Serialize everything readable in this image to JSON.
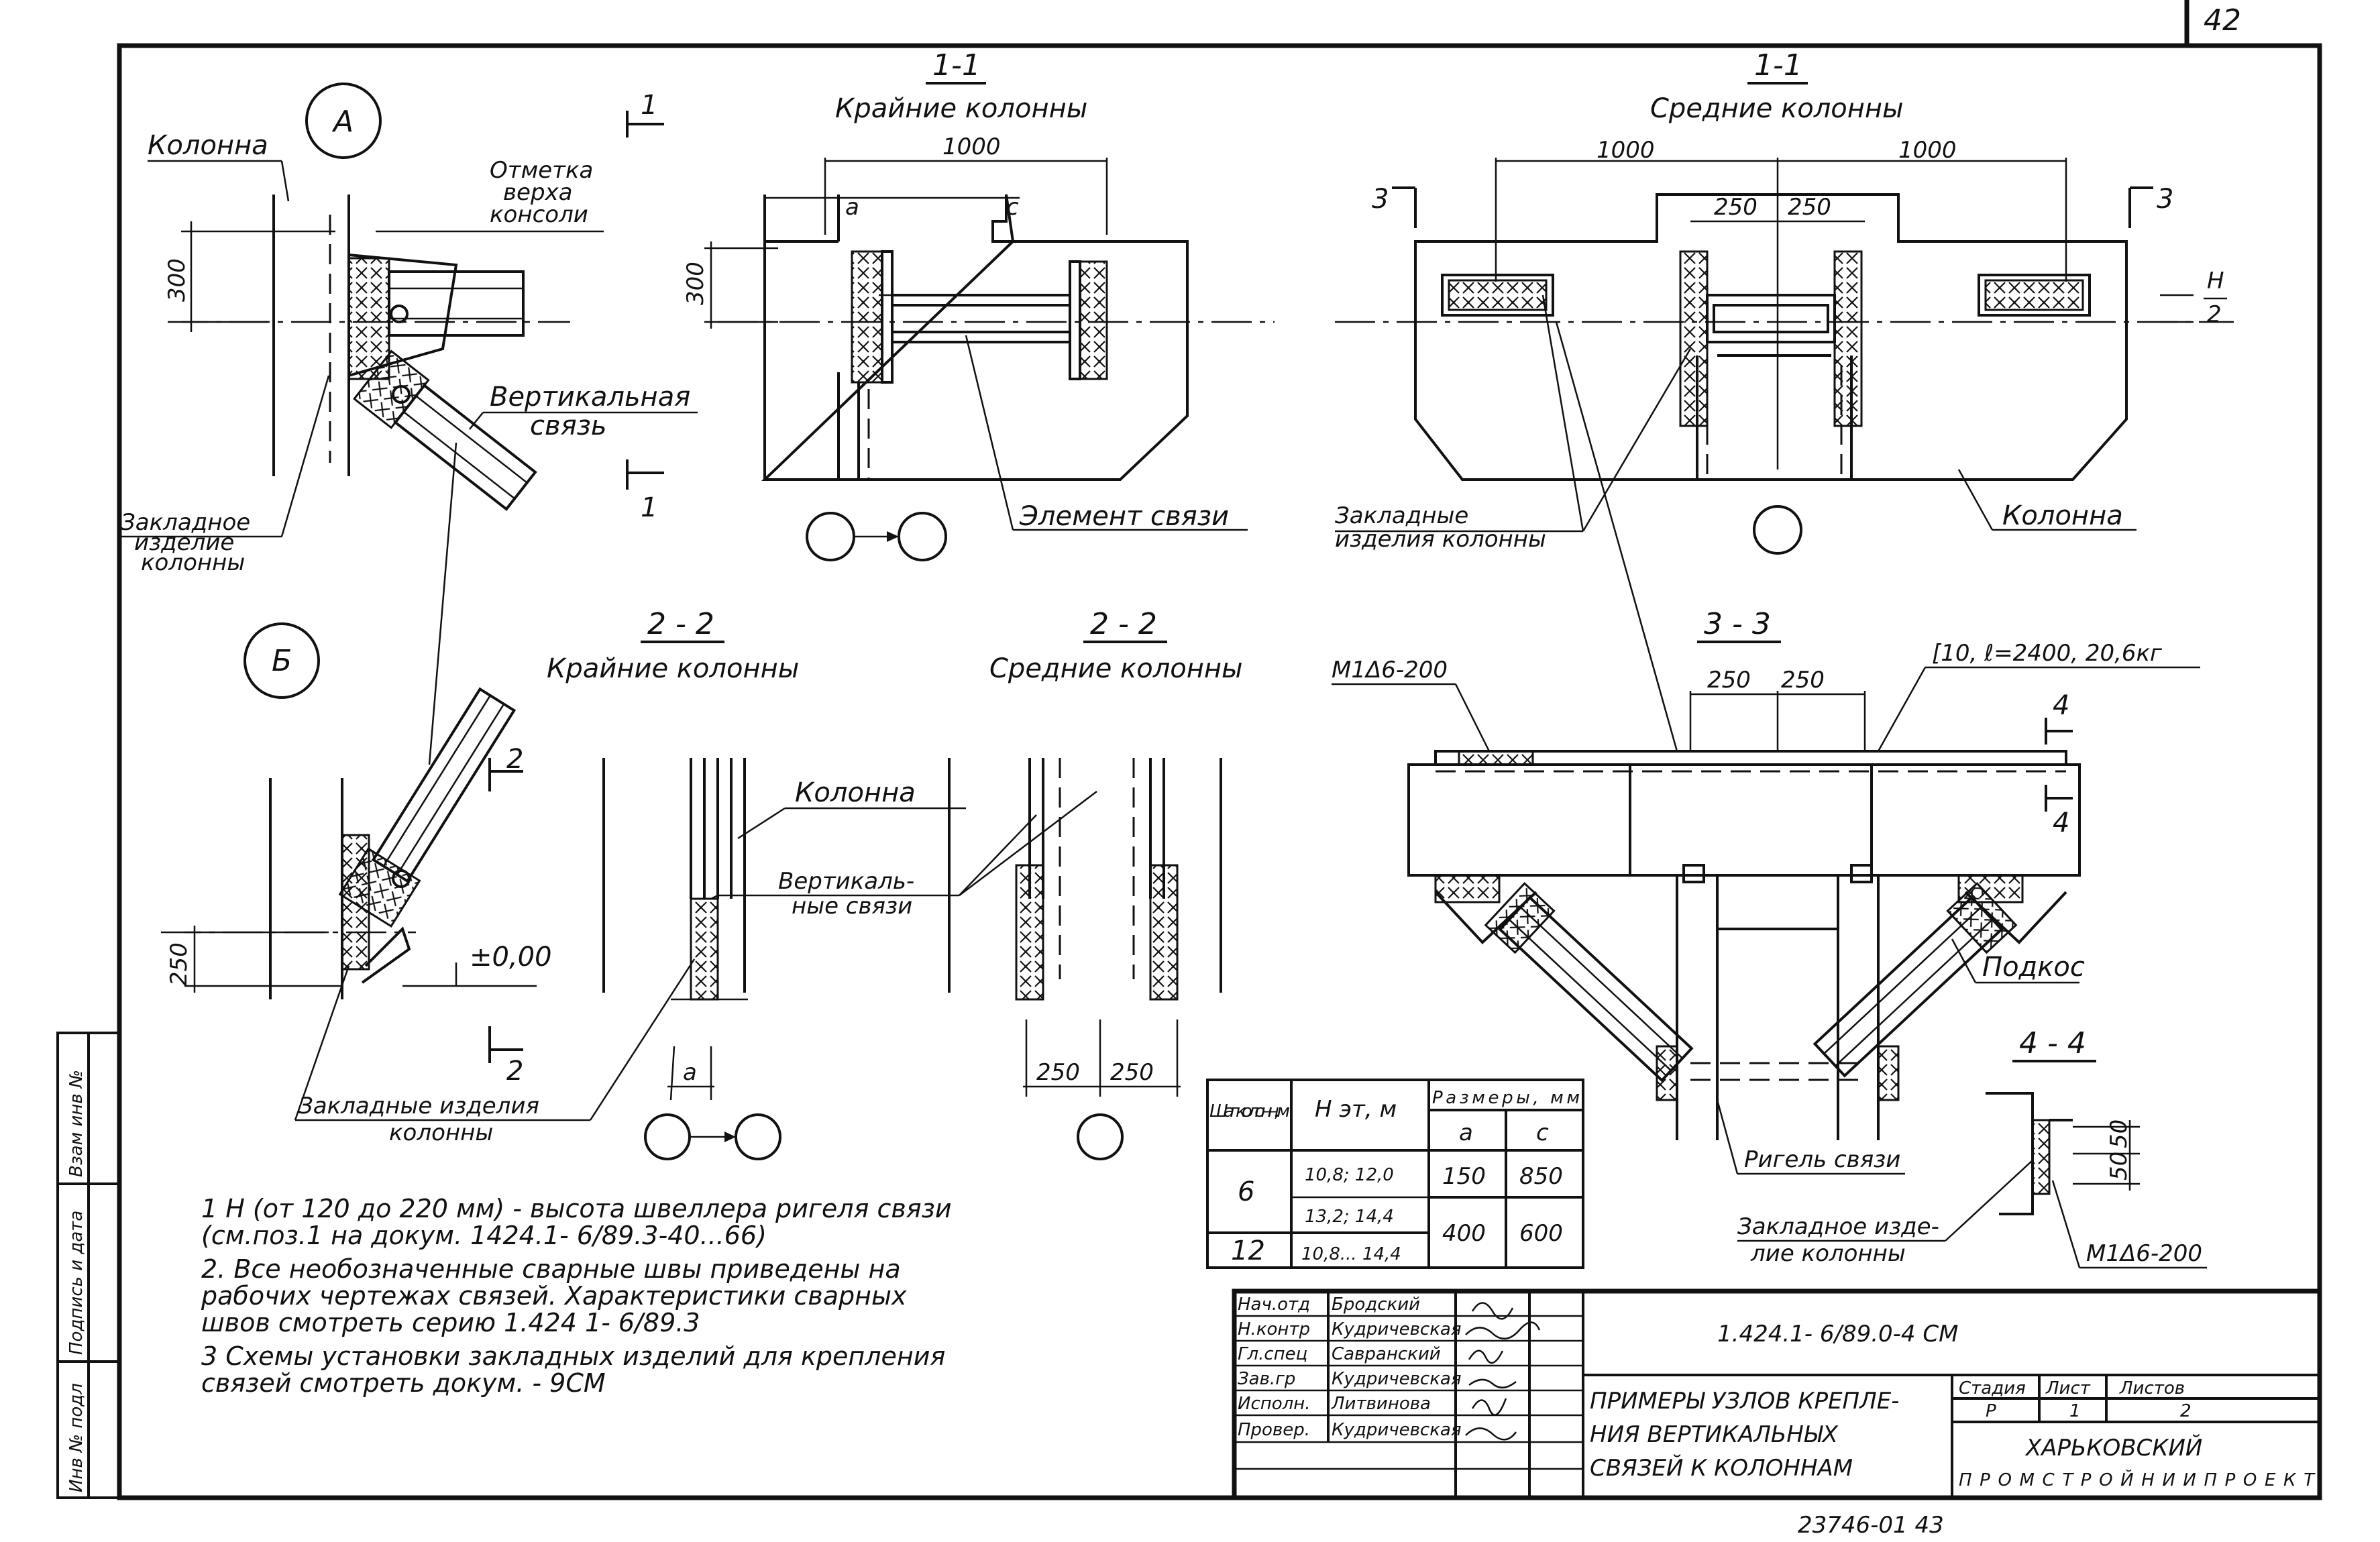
{
  "sheet": {
    "page_number": "42",
    "bottom_code": "23746-01  43",
    "design_code": "1.424.1- 6/89.0-4 СМ",
    "title_lines": [
      "ПРИМЕРЫ  УЗЛОВ КРЕПЛЕ-",
      "НИЯ  ВЕРТИКАЛЬНЫХ",
      "СВЯЗЕЙ К КОЛОННАМ"
    ],
    "organization_lines": [
      "ХАРЬКОВСКИЙ",
      "ПРОМСТРОЙНИИПРОЕКТ"
    ],
    "stage_header": "Стадия",
    "sheet_header": "Лист",
    "sheets_header": "Листов",
    "stage": "Р",
    "sheet_no": "1",
    "sheets_total": "2"
  },
  "signatures": [
    {
      "role": "Нач.отд",
      "name": "Бродский"
    },
    {
      "role": "Н.контр",
      "name": "Кудричевская"
    },
    {
      "role": "Гл.спец",
      "name": "Савранский"
    },
    {
      "role": "Зав.гр",
      "name": "Кудричевская"
    },
    {
      "role": "Исполн.",
      "name": "Литвинова"
    },
    {
      "role": "Провер.",
      "name": "Кудричевская"
    }
  ],
  "side_stamp": [
    "Инв № подл",
    "Подпись и дата",
    "Взам инв №"
  ],
  "markers": {
    "A": "А",
    "B": "Б"
  },
  "section_labels": {
    "s11_left": "1-1",
    "s11_left_sub": "Крайние колонны",
    "s11_right": "1-1",
    "s11_right_sub": "Средние колонны",
    "s22_left": "2 - 2",
    "s22_left_sub": "Крайние колонны",
    "s22_right": "2 - 2",
    "s22_right_sub": "Средние колонны",
    "s33": "3 - 3",
    "s44": "4 - 4"
  },
  "cut_marks": {
    "one": "1",
    "two": "2",
    "three": "3",
    "four": "4"
  },
  "labels": {
    "column": "Колонна",
    "top_mark": [
      "Отметка",
      "верха",
      "консоли"
    ],
    "vertical_brace": [
      "Вертикальная",
      "связь"
    ],
    "embedded_column": [
      "Закладное",
      "изделие",
      "колонны"
    ],
    "brace_element": "Элемент связи",
    "embedded_columns_pl": [
      "Закладные",
      "изделия колонны"
    ],
    "column_right": "Колонна",
    "column_22": "Колонна",
    "vertical_braces_22": [
      "Вертикаль-",
      "ные связи"
    ],
    "embedded_22": [
      "Закладные  изделия",
      "колонны"
    ],
    "anchor_m1": "М1Δ6-200",
    "channel_spec": "[10, ℓ=2400, 20,6кг",
    "strut": "Подкос",
    "brace_beam": "Ригель связи",
    "embedded_44": [
      "Закладное изде-",
      "лие колонны"
    ],
    "anchor_m1_44": "М1Δ6-200",
    "zero_mark": "±0,00",
    "half_h": [
      "Н",
      "2"
    ]
  },
  "dims": {
    "d1000": "1000",
    "d1000_a": "1000",
    "d1000_b": "1000",
    "d300": "300",
    "d300_b": "300",
    "d250": "250",
    "d250_a": "250",
    "d250_b": "250",
    "d250_c": "250",
    "d250_d": "250",
    "d250_e": "250",
    "d250_f": "250",
    "a": "a",
    "c": "c",
    "a2": "a",
    "d50a": "50",
    "d50b": "50"
  },
  "table": {
    "headers": [
      "Шаг колонн, м",
      "Н эт, м",
      "Размеры, мм"
    ],
    "subheaders": [
      "a",
      "c"
    ],
    "rows": [
      {
        "step": "6",
        "heights": [
          "10,8; 12,0",
          "13,2; 14,4"
        ],
        "a": "150",
        "c": "850"
      },
      {
        "step": "",
        "heights": [],
        "a": "400",
        "c": "600"
      },
      {
        "step": "12",
        "heights": [
          "10,8... 14,4"
        ],
        "a": "",
        "c": ""
      }
    ]
  },
  "notes": [
    "1  Н (от 120 до 220 мм) - высота швеллера ригеля связи",
    "    (см.поз.1 на докум. 1424.1- 6/89.3-40...66)",
    "2. Все необозначенные  сварные швы приведены на",
    "    рабочих чертежах  связей. Характеристики сварных",
    "    швов  смотреть  серию  1.424 1- 6/89.3",
    "3  Схемы  установки  закладных  изделий  для крепления",
    "    связей  смотреть  докум.  - 9СМ"
  ]
}
